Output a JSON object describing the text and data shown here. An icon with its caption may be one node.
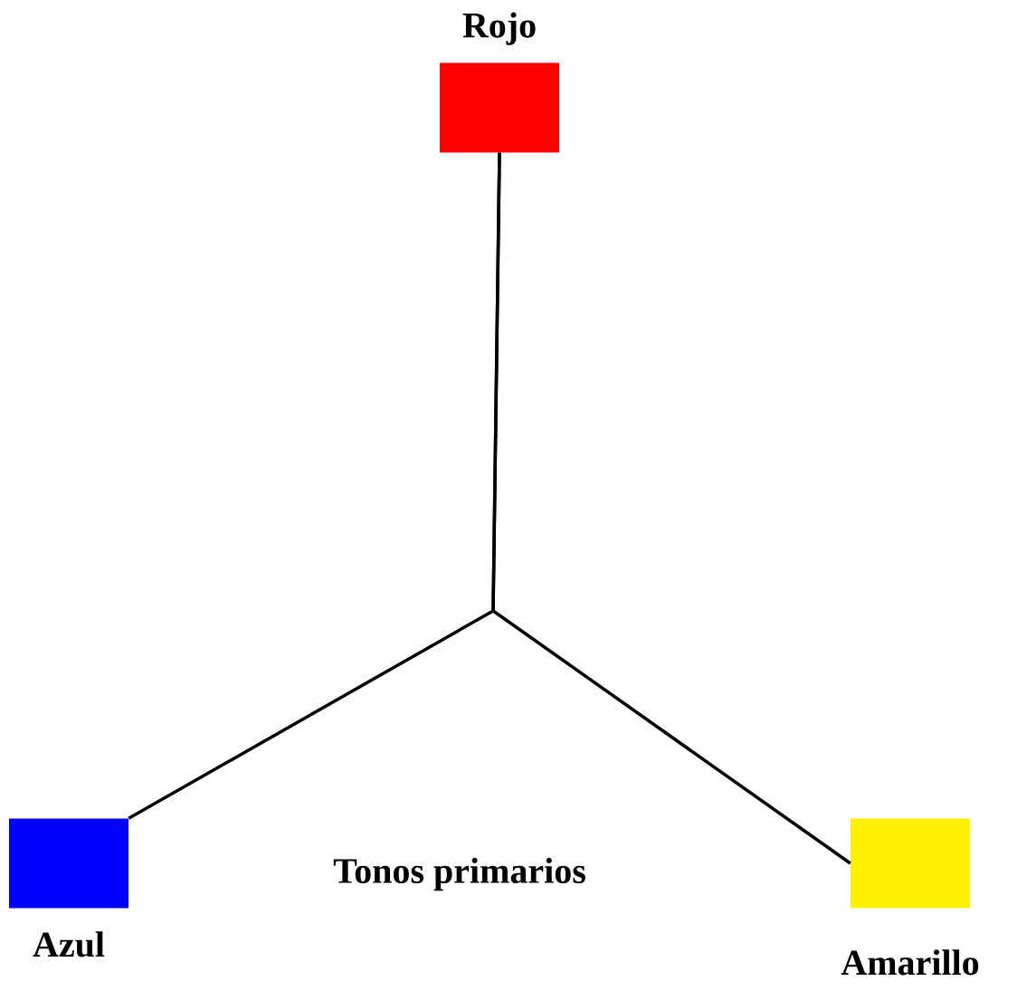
{
  "diagram": {
    "nodes": [
      {
        "text": [
          "Rojo"
        ]
      },
      {
        "text": [
          "Azul"
        ]
      },
      {
        "text": [
          "Amarillo"
        ]
      }
    ],
    "edges": [
      {
        "from": 0,
        "to": 1,
        "arrow": "none"
      },
      {
        "from": 0,
        "to": 2,
        "arrow": "none"
      }
    ],
    "labels": [
      "Tonos primarios"
    ]
  }
}
